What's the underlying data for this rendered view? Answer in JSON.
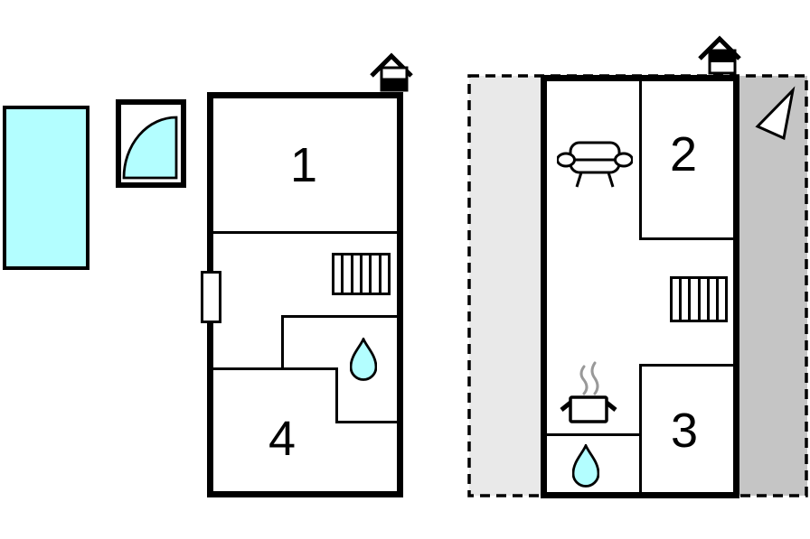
{
  "colors": {
    "wall": "#000000",
    "water": "#b3feff",
    "outdoor_left_fill": "#e9e9e9",
    "outdoor_right_fill": "#c5c5c5",
    "steam": "#999999",
    "background": "#ffffff"
  },
  "site": {
    "pool_icon": "swimming-pool",
    "door_icon": "door-swing-symbol"
  },
  "floor_left": {
    "rooms": [
      {
        "label": "1"
      },
      {
        "label": "4"
      }
    ],
    "icons": [
      "entrance-house-icon",
      "staircase-icon",
      "window-icon",
      "water-drop-icon"
    ]
  },
  "floor_right": {
    "rooms": [
      {
        "label": "2"
      },
      {
        "label": "3"
      }
    ],
    "icons": [
      "entrance-house-icon",
      "staircase-icon",
      "sofa-icon",
      "stove-pot-icon",
      "water-drop-icon",
      "north-arrow-icon"
    ],
    "outdoor_areas": [
      "terrace-left",
      "terrace-right"
    ]
  }
}
